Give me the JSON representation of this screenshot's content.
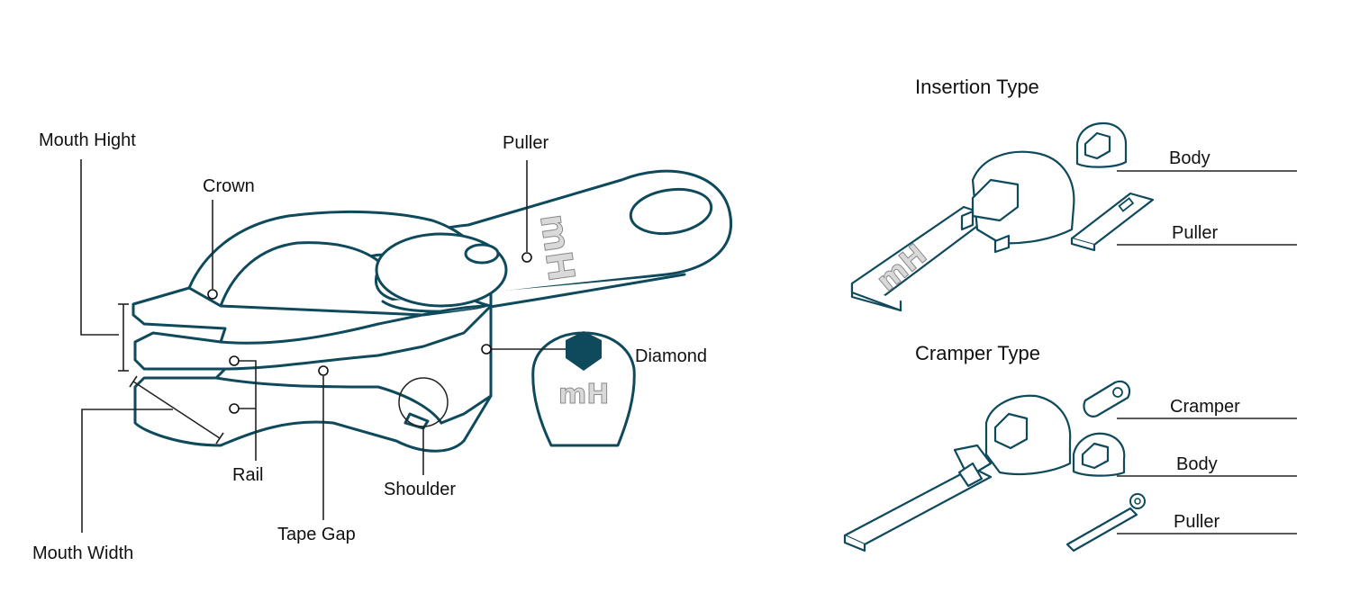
{
  "main_diagram": {
    "labels": {
      "mouth_hight": "Mouth Hight",
      "crown": "Crown",
      "puller": "Puller",
      "diamond": "Diamond",
      "rail": "Rail",
      "shoulder": "Shoulder",
      "tape_gap": "Tape Gap",
      "mouth_width": "Mouth Width"
    },
    "logo_text": "mH"
  },
  "insertion": {
    "title": "Insertion Type",
    "parts": [
      "Body",
      "Puller"
    ]
  },
  "cramper": {
    "title": "Cramper Type",
    "parts": [
      "Cramper",
      "Body",
      "Puller"
    ]
  },
  "colors": {
    "outline": "#0f4a5c",
    "diamond_fill": "#0f4a5c",
    "leader": "#222222"
  }
}
